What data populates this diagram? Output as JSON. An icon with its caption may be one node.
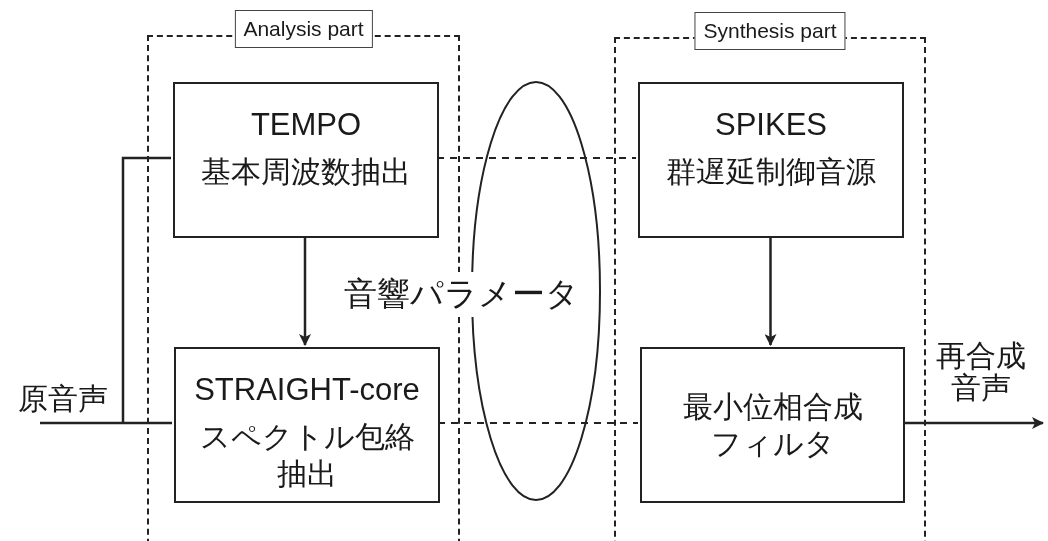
{
  "diagram": {
    "nodes": [
      {
        "text": [
          "Analysis part"
        ]
      },
      {
        "text": [
          "Synthesis part"
        ]
      },
      {
        "text": [
          "TEMPO",
          "基本周波数抽出"
        ],
        "in": 0
      },
      {
        "text": [
          "STRAIGHT-core",
          "スペクトル包絡抽出"
        ],
        "in": 0
      },
      {
        "text": [
          "SPIKES",
          "群遅延制御音源"
        ],
        "in": 1
      },
      {
        "text": [
          "最小位相合成フィルタ"
        ],
        "in": 1
      }
    ],
    "labels": [
      "音響パラメータ"
    ],
    "edges": [
      {
        "from": null,
        "to": 2,
        "arrow": "none"
      },
      {
        "from": null,
        "to": 3,
        "arrow": "none",
        "label": "原音声"
      },
      {
        "from": 2,
        "to": 3,
        "arrow": "to"
      },
      {
        "from": 2,
        "to": 4,
        "arrow": "none",
        "style": "dashed"
      },
      {
        "from": 3,
        "to": 5,
        "arrow": "none",
        "style": "dashed"
      },
      {
        "from": 4,
        "to": 5,
        "arrow": "to"
      },
      {
        "from": 5,
        "to": null,
        "arrow": "to",
        "label": "再合成音声"
      }
    ]
  }
}
